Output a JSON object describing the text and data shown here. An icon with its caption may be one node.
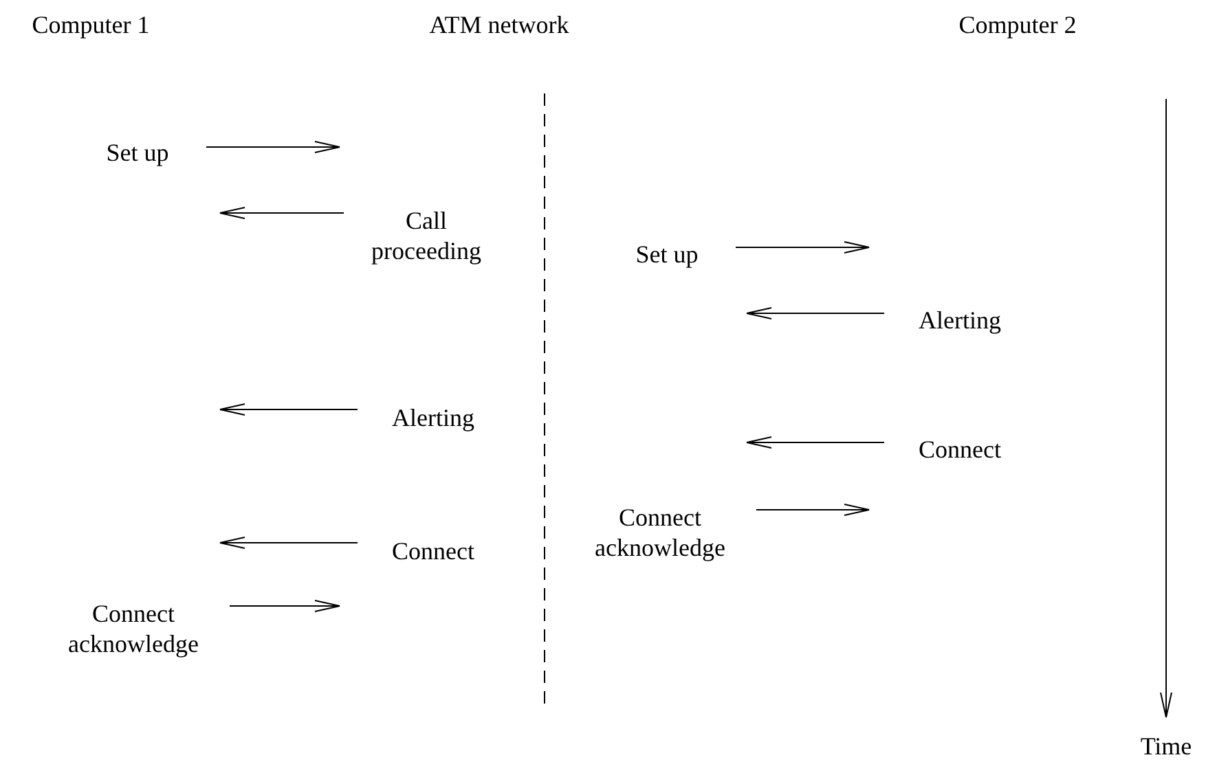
{
  "diagram": {
    "nodes": [
      {
        "text": [
          "Set up"
        ]
      },
      {
        "text": [
          "Call proceeding"
        ]
      },
      {
        "text": [
          "Alerting"
        ]
      },
      {
        "text": [
          "Connect"
        ]
      },
      {
        "text": [
          "Connect acknowledge"
        ]
      },
      {
        "text": [
          "Set up"
        ]
      },
      {
        "text": [
          "Alerting"
        ]
      },
      {
        "text": [
          "Connect"
        ]
      },
      {
        "text": [
          "Connect acknowledge"
        ]
      }
    ],
    "edges": [
      {
        "from": 0,
        "to": null,
        "arrow": "to"
      },
      {
        "from": 1,
        "to": null,
        "arrow": "to"
      },
      {
        "from": 2,
        "to": null,
        "arrow": "to"
      },
      {
        "from": 3,
        "to": null,
        "arrow": "to"
      },
      {
        "from": 4,
        "to": null,
        "arrow": "to"
      },
      {
        "from": 5,
        "to": null,
        "arrow": "to"
      },
      {
        "from": 6,
        "to": null,
        "arrow": "to"
      },
      {
        "from": 7,
        "to": null,
        "arrow": "to"
      },
      {
        "from": 8,
        "to": null,
        "arrow": "to"
      }
    ],
    "labels": [
      "Computer 1",
      "ATM network",
      "Computer 2",
      "Time"
    ]
  }
}
